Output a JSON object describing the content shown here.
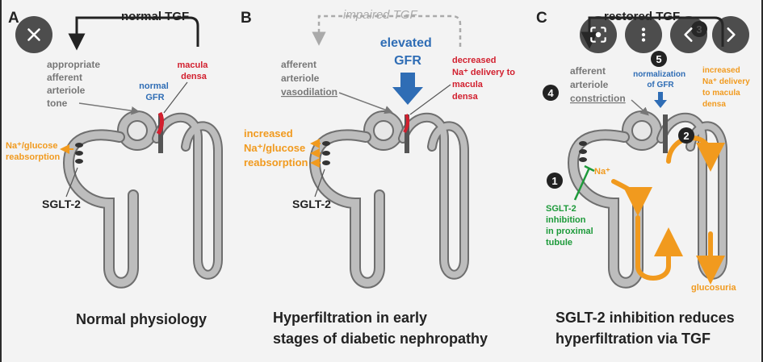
{
  "colors": {
    "background": "#2b2b2b",
    "panel": "#f3f3f3",
    "nephron_fill": "#bdbdbd",
    "nephron_stroke": "#6e6e6e",
    "gray_text": "#777777",
    "red": "#d2202f",
    "blue": "#2f6db5",
    "orange": "#f19a1e",
    "green": "#1d9a3a",
    "black": "#222222"
  },
  "overlay": {
    "close_icon": "close-icon",
    "lens_icon": "lens-icon",
    "more_icon": "more-vert-icon",
    "prev_icon": "chevron-left-icon",
    "next_icon": "chevron-right-icon"
  },
  "panels": [
    {
      "letter": "A",
      "tgf_label": "normal TGF",
      "afferent_lines": [
        "appropriate",
        "afferent",
        "arteriole",
        "tone"
      ],
      "gfr_lines": [
        "normal",
        "GFR"
      ],
      "macula_lines": [
        "macula",
        "densa"
      ],
      "reabsorption_lines": [
        "Na⁺/glucose",
        "reabsorption"
      ],
      "sglt_label": "SGLT-2",
      "caption_lines": [
        "Normal physiology"
      ]
    },
    {
      "letter": "B",
      "tgf_label": "impaired TGF",
      "afferent_lines": [
        "afferent",
        "arteriole",
        "vasodilation"
      ],
      "gfr_lines": [
        "elevated",
        "GFR"
      ],
      "macula_lines": [
        "decreased",
        "Na⁺ delivery to",
        "macula",
        "densa"
      ],
      "reabsorption_lines": [
        "increased",
        "Na⁺/glucose",
        "reabsorption"
      ],
      "sglt_label": "SGLT-2",
      "caption_lines": [
        "Hyperfiltration in early",
        "stages of diabetic nephropathy"
      ]
    },
    {
      "letter": "C",
      "tgf_label": "restored TGF",
      "afferent_lines": [
        "afferent",
        "arteriole",
        "constriction"
      ],
      "gfr_lines": [
        "normalization",
        "of GFR"
      ],
      "macula_lines": [
        "increased",
        "Na⁺ delivery",
        "to macula",
        "densa"
      ],
      "inhibition_lines": [
        "SGLT-2",
        "inhibition",
        "in proximal",
        "tubule"
      ],
      "na_label": "Na⁺",
      "glucosuria_label": "glucosuria",
      "step_numbers": [
        "1",
        "2",
        "3",
        "4",
        "5"
      ],
      "caption_lines": [
        "SGLT-2 inhibition reduces",
        "hyperfiltration via TGF"
      ]
    }
  ]
}
